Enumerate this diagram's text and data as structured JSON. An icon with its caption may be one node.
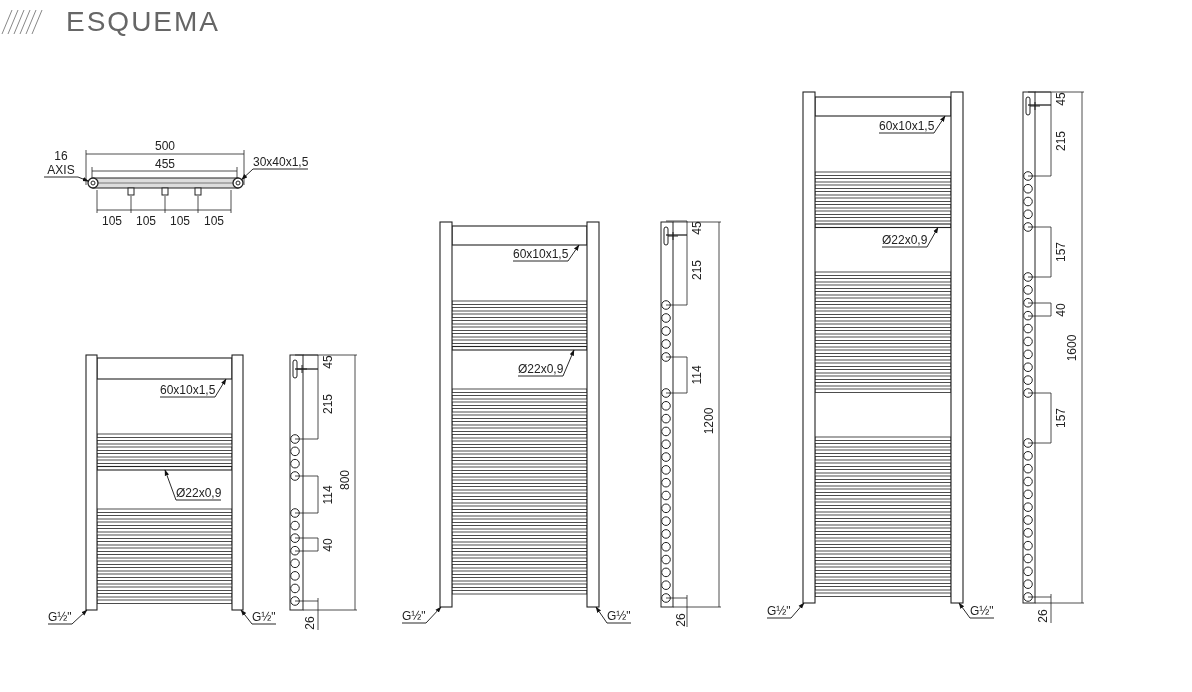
{
  "diagram": {
    "title": "ESQUEMA",
    "nodes": [
      {
        "text": [
          "16 AXIS"
        ]
      },
      {
        "text": [],
        "shape": "circle"
      },
      {
        "text": [
          "30x40x1,5"
        ]
      },
      {
        "text": [],
        "shape": "circle"
      },
      {
        "text": [
          "60x10x1,5"
        ]
      },
      {
        "text": [],
        "shape": "bar"
      },
      {
        "text": [
          "Ø22x0,9"
        ]
      },
      {
        "text": [],
        "shape": "bar"
      },
      {
        "text": [
          "G½\""
        ]
      },
      {
        "text": [],
        "shape": "bar"
      },
      {
        "text": [
          "G½\""
        ]
      },
      {
        "text": [],
        "shape": "bar"
      },
      {
        "text": [
          "60x10x1,5"
        ]
      },
      {
        "text": [],
        "shape": "bar"
      },
      {
        "text": [
          "Ø22x0,9"
        ]
      },
      {
        "text": [],
        "shape": "bar"
      },
      {
        "text": [
          "G½\""
        ]
      },
      {
        "text": [],
        "shape": "bar"
      },
      {
        "text": [
          "G½\""
        ]
      },
      {
        "text": [],
        "shape": "bar"
      },
      {
        "text": [
          "60x10x1,5"
        ]
      },
      {
        "text": [],
        "shape": "bar"
      },
      {
        "text": [
          "Ø22x0,9"
        ]
      },
      {
        "text": [],
        "shape": "bar"
      },
      {
        "text": [
          "G½\""
        ]
      },
      {
        "text": [],
        "shape": "bar"
      },
      {
        "text": [
          "G½\""
        ]
      },
      {
        "text": [],
        "shape": "bar"
      }
    ],
    "edges": [
      {
        "from": 0,
        "to": 1,
        "arrow": "to"
      },
      {
        "from": 2,
        "to": 3,
        "arrow": "to"
      },
      {
        "from": 4,
        "to": 5,
        "arrow": "to"
      },
      {
        "from": 6,
        "to": 7,
        "arrow": "to"
      },
      {
        "from": 8,
        "to": 9,
        "arrow": "to"
      },
      {
        "from": 10,
        "to": 11,
        "arrow": "to"
      },
      {
        "from": 12,
        "to": 13,
        "arrow": "to"
      },
      {
        "from": 14,
        "to": 15,
        "arrow": "to"
      },
      {
        "from": 16,
        "to": 17,
        "arrow": "to"
      },
      {
        "from": 18,
        "to": 19,
        "arrow": "to"
      },
      {
        "from": 20,
        "to": 21,
        "arrow": "to"
      },
      {
        "from": 22,
        "to": 23,
        "arrow": "to"
      },
      {
        "from": 24,
        "to": 25,
        "arrow": "to"
      },
      {
        "from": 26,
        "to": 27,
        "arrow": "to"
      }
    ],
    "labels": [
      "500",
      "455",
      "105",
      "105",
      "105",
      "105",
      "45",
      "215",
      "114",
      "40",
      "800",
      "26",
      "45",
      "215",
      "114",
      "1200",
      "26",
      "45",
      "215",
      "157",
      "40",
      "157",
      "1600",
      "26"
    ]
  }
}
